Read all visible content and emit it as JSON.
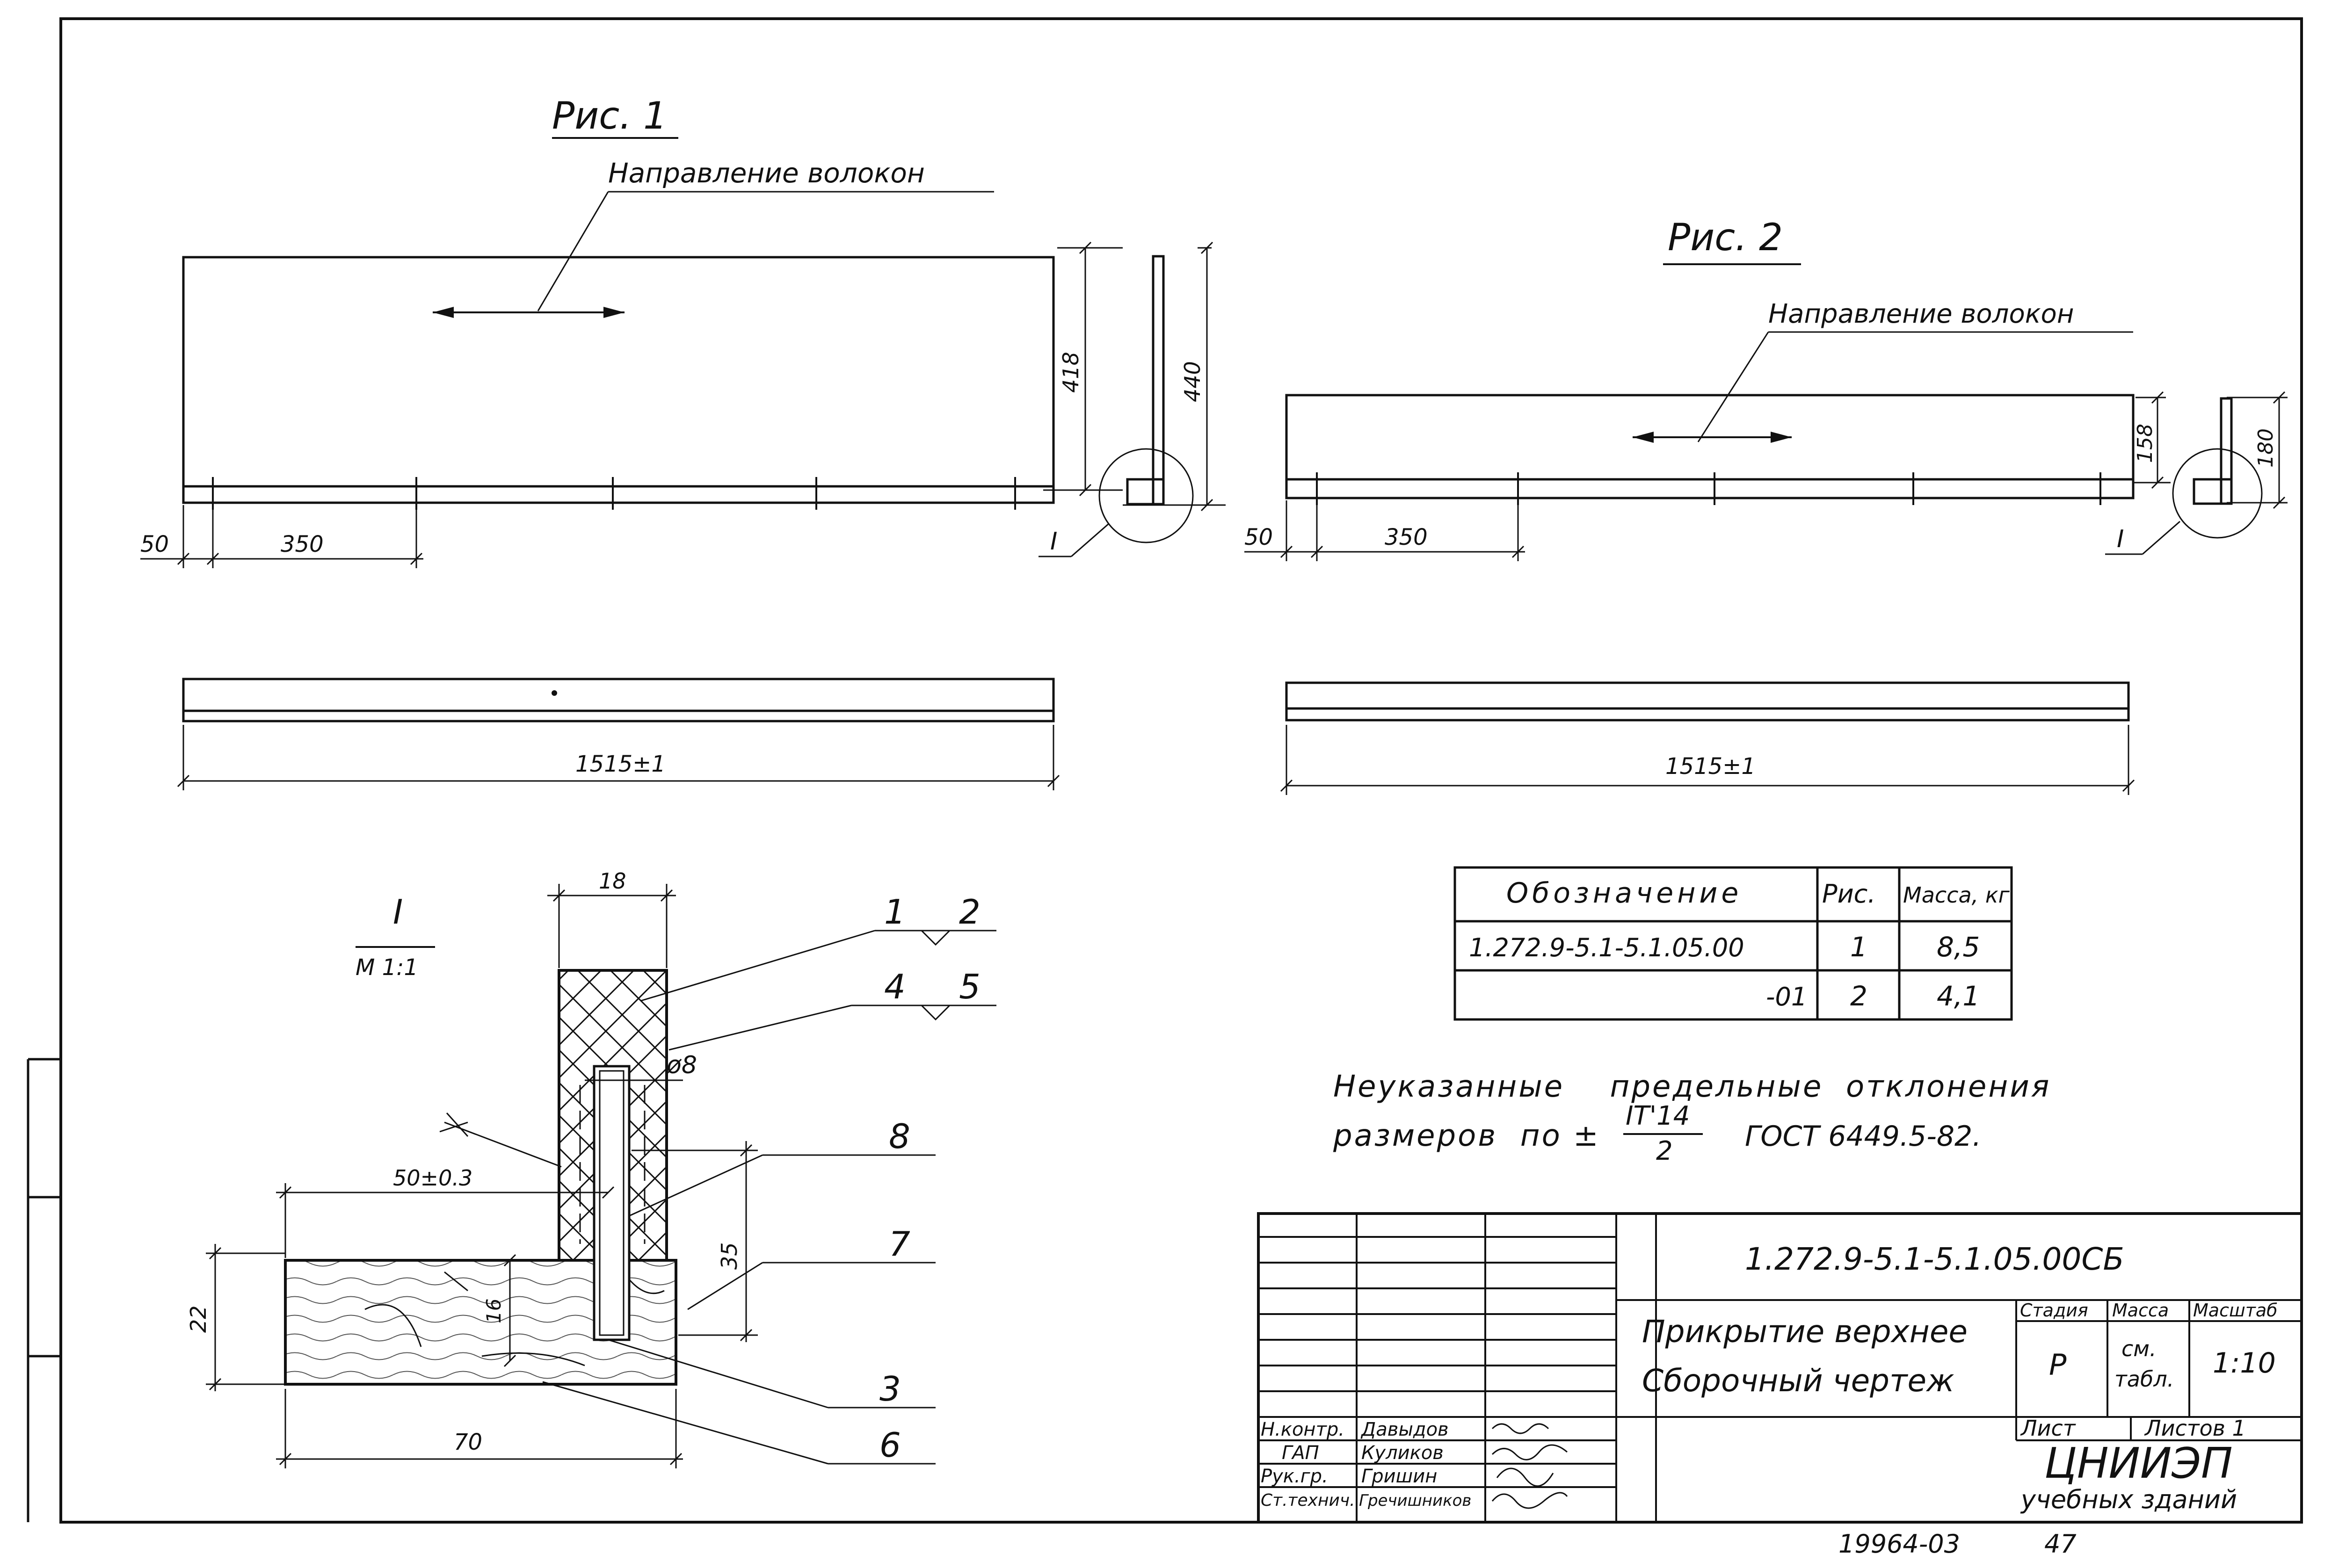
{
  "fig1": {
    "title": "Рис. 1",
    "fiber_label": "Направление волокон",
    "dim_height": "418",
    "dim_total_height": "440",
    "dim_edge": "50",
    "dim_spacing": "350",
    "dim_length": "1515±1",
    "detail_ref": "I"
  },
  "fig2": {
    "title": "Рис. 2",
    "fiber_label": "Направление волокон",
    "dim_height": "158",
    "dim_total_height": "180",
    "dim_edge": "50",
    "dim_spacing": "350",
    "dim_length": "1515±1",
    "detail_ref": "I"
  },
  "detail": {
    "title": "I",
    "scale": "М 1:1",
    "dim_width": "18",
    "dim_screw_dia": "ø8",
    "dim_offset": "50±0.3",
    "dim_depth": "35",
    "dim_height": "22",
    "dim_inner": "16",
    "dim_length": "70",
    "callout_1": "1",
    "callout_2": "2",
    "callout_4": "4",
    "callout_5": "5",
    "callout_8": "8",
    "callout_7": "7",
    "callout_3": "3",
    "callout_6": "6"
  },
  "spec_table": {
    "headers": [
      "Обозначение",
      "Рис.",
      "Масса, кг"
    ],
    "rows": [
      [
        "1.272.9-5.1-5.1.05.00",
        "1",
        "8,5"
      ],
      [
        "-01",
        "2",
        "4,1"
      ]
    ]
  },
  "note": {
    "line1": "Неуказанные    предельные  отклонения",
    "line2_prefix": "размеров  по ±",
    "fraction_num": "IT'14",
    "fraction_den": "2",
    "line2_suffix": "ГОСТ 6449.5-82."
  },
  "title_block": {
    "doc_code": "1.272.9-5.1-5.1.05.00СБ",
    "name_line1": "Прикрытие верхнее",
    "name_line2": "Сборочный чертеж",
    "stage_label": "Стадия",
    "mass_label": "Масса",
    "scale_label": "Масштаб",
    "stage_value": "Р",
    "mass_value_1": "см.",
    "mass_value_2": "табл.",
    "scale_value": "1:10",
    "sheet_label": "Лист",
    "sheets_label": "Листов 1",
    "org_name": "ЦНИИЭП",
    "org_sub": "учебных зданий",
    "signers": [
      {
        "role": "Н.контр.",
        "name": "Давыдов"
      },
      {
        "role": "ГАП",
        "name": "Куликов"
      },
      {
        "role": "Рук.гр.",
        "name": "Гришин"
      },
      {
        "role": "Ст.технич.",
        "name": "Гречишников"
      }
    ]
  },
  "footer": {
    "archive_no": "19964-03",
    "page_no": "47"
  }
}
